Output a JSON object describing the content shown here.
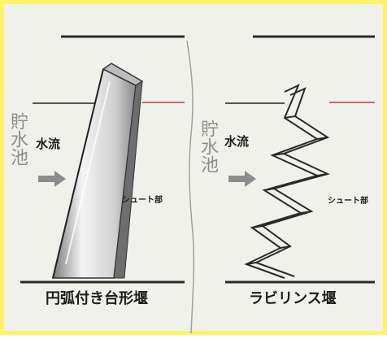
{
  "left_panel": {
    "reservoir": "貯水池",
    "flow": "水流",
    "chute": "シュート部",
    "caption": "円弧付き台形堰"
  },
  "right_panel": {
    "reservoir": "貯水池",
    "flow": "水流",
    "chute": "シュート部",
    "caption": "ラビリンス堰"
  },
  "colors": {
    "border": "#fff36a",
    "background": "#f1f1ec",
    "water_level_line": "#c06a6a",
    "ink": "#2a2a2a"
  }
}
